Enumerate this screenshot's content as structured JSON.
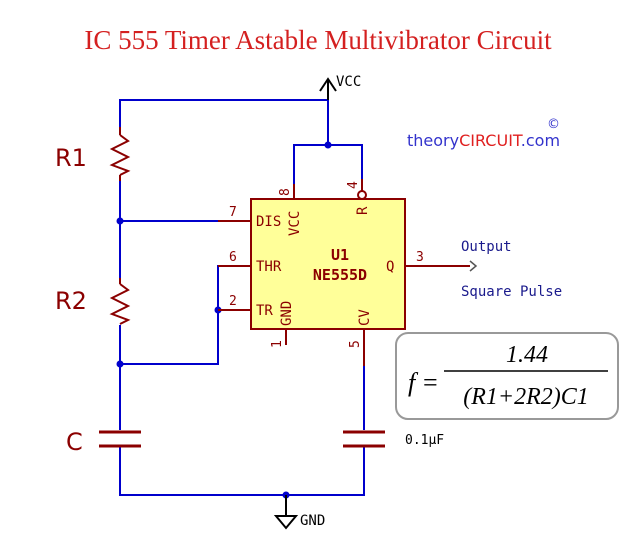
{
  "title": "IC 555 Timer Astable  Multivibrator  Circuit",
  "watermark": {
    "prefix": "theory",
    "highlight": "CIRCUIT",
    "suffix": ".com",
    "copyright": "©"
  },
  "supply": {
    "vcc": "VCC",
    "gnd": "GND"
  },
  "components": {
    "r1": "R1",
    "r2": "R2",
    "c": "C",
    "c2": "0.1µF"
  },
  "ic": {
    "ref": "U1",
    "part": "NE555D",
    "pins": {
      "dis": "DIS",
      "thr": "THR",
      "tr": "TR",
      "q": "Q",
      "vcc": "VCC",
      "reset": "R",
      "gnd": "GND",
      "cv": "CV"
    },
    "pin_numbers": {
      "dis": "7",
      "thr": "6",
      "tr": "2",
      "q": "3",
      "vcc": "8",
      "reset": "4",
      "gnd": "1",
      "cv": "5"
    }
  },
  "output": {
    "label": "Output",
    "desc": "Square Pulse"
  },
  "formula": {
    "f": "f",
    "eq": "=",
    "numerator": "1.44",
    "denominator": "(R1+2R2)C1"
  },
  "colors": {
    "wire": "#0000cc",
    "component": "#8b0000",
    "ic_fill": "#ffff99",
    "title": "#d42020",
    "brand_blue": "#3333cc",
    "brand_red": "#e02020"
  }
}
